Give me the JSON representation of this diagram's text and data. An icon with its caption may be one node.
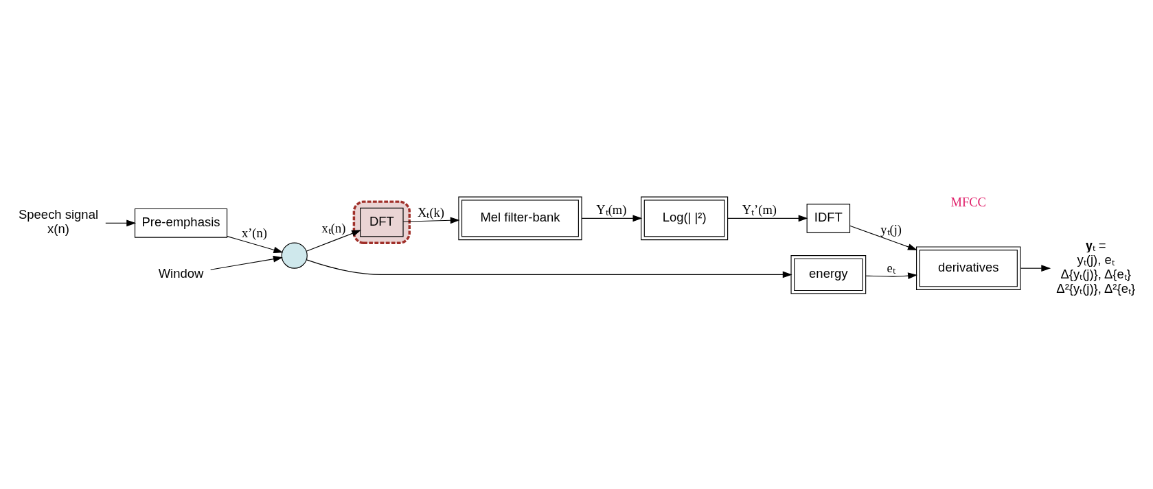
{
  "diagram": {
    "nodes": [
      {
        "text": [
          "Speech signal",
          "x(n)"
        ]
      },
      {
        "text": [
          "Pre-emphasis"
        ]
      },
      {
        "text": [],
        "shape": "circle"
      },
      {
        "text": [
          "Window"
        ]
      },
      {
        "text": [],
        "shape": "box"
      },
      {
        "text": [
          "DFT"
        ],
        "in": 4
      },
      {
        "text": [
          "Mel filter-bank"
        ]
      },
      {
        "text": [
          "Log(| |²)"
        ]
      },
      {
        "text": [
          "IDFT"
        ]
      },
      {
        "text": [
          "energy"
        ]
      },
      {
        "text": [
          "derivatives"
        ]
      },
      {
        "text": [
          "𝐲ₜ =",
          "yₜ(j), eₜ",
          "Δ{yₜ(j)}, Δ{eₜ}",
          "Δ²{yₜ(j)}, Δ²{eₜ}"
        ]
      }
    ],
    "edges": [
      {
        "from": 0,
        "to": 1,
        "arrow": "to"
      },
      {
        "from": 1,
        "to": 2,
        "arrow": "to",
        "label": "x’(n)"
      },
      {
        "from": 3,
        "to": 2,
        "arrow": "to"
      },
      {
        "from": 2,
        "to": 5,
        "arrow": "to",
        "label": "xₜ(n)"
      },
      {
        "from": 2,
        "to": 9,
        "arrow": "to"
      },
      {
        "from": 5,
        "to": 6,
        "arrow": "to",
        "label": "Xₜ(k)"
      },
      {
        "from": 6,
        "to": 7,
        "arrow": "to",
        "label": "Yₜ(m)"
      },
      {
        "from": 7,
        "to": 8,
        "arrow": "to",
        "label": "Yₜ’(m)"
      },
      {
        "from": 8,
        "to": 10,
        "arrow": "to",
        "label": "yₜ(j)"
      },
      {
        "from": 9,
        "to": 10,
        "arrow": "to",
        "label": "eₜ"
      },
      {
        "from": 10,
        "to": 11,
        "arrow": "to"
      }
    ],
    "labels": [
      "MFCC"
    ]
  }
}
